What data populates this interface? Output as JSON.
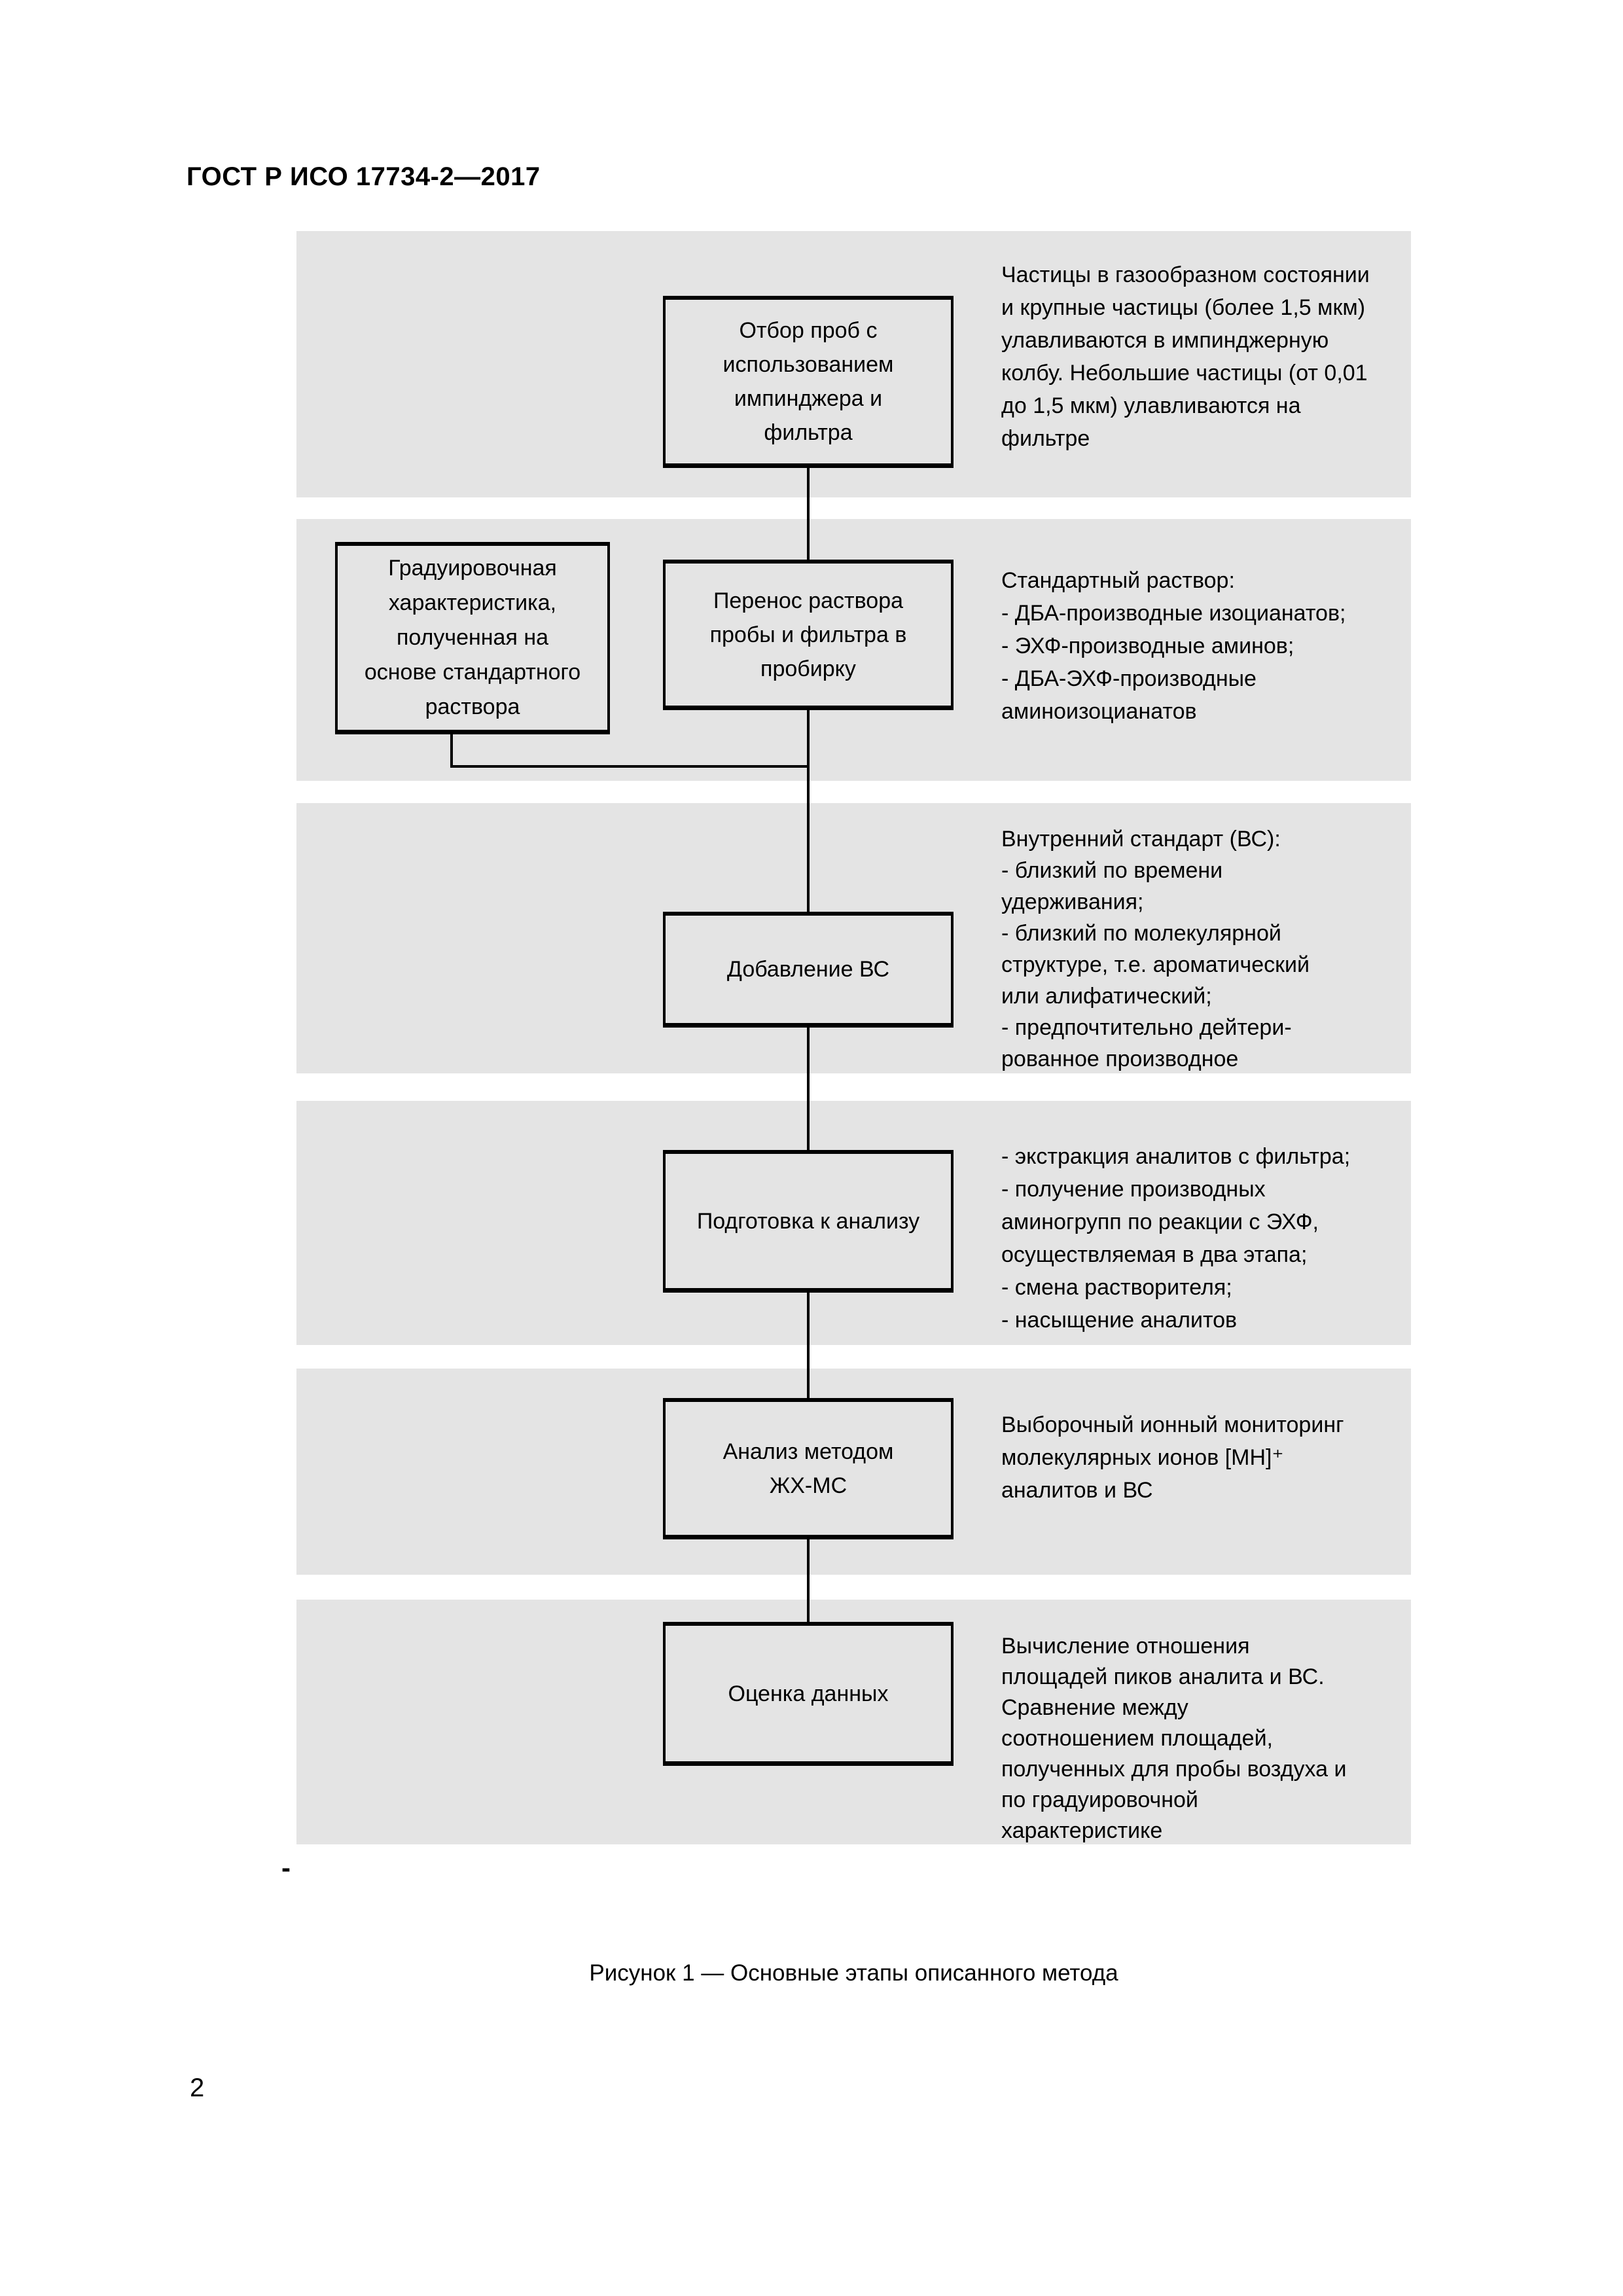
{
  "page": {
    "header": "ГОСТ Р ИСО 17734-2—2017",
    "caption": "Рисунок 1 — Основные этапы описанного метода",
    "page_number": "2",
    "stray_mark": "-"
  },
  "colors": {
    "band_background": "#e4e4e4",
    "line": "#000000",
    "page_background": "#ffffff"
  },
  "flowchart": {
    "steps": [
      {
        "id": "sampling",
        "box_label": "Отбор проб с\nиспользованием\nимпинджера и\nфильтра",
        "note": "Частицы в газообразном состоянии\nи крупные частицы (более 1,5 мкм)\nулавливаются в импинджерную\nколбу. Небольшие частицы (от 0,01\nдо 1,5 мкм) улавливаются на\nфильтре"
      },
      {
        "id": "transfer",
        "box_label": "Перенос раствора\nпробы и фильтра в\nпробирку",
        "side_box_label": "Градуировочная\nхарактеристика,\nполученная на\nоснове стандартного\nраствора",
        "note": "Стандартный раствор:\n- ДБА-производные изоцианатов;\n- ЭХФ-производные аминов;\n- ДБА-ЭХФ-производные\nаминоизоцианатов"
      },
      {
        "id": "add-internal-standard",
        "box_label": "Добавление ВС",
        "note": "Внутренний стандарт (ВС):\n- близкий по времени\nудерживания;\n- близкий по молекулярной\nструктуре, т.е. ароматический\nили алифатический;\n- предпочтительно дейтери-\nрованное производное"
      },
      {
        "id": "preparation",
        "box_label": "Подготовка к анализу",
        "note": "- экстракция аналитов с фильтра;\n- получение производных\nаминогрупп по реакции с ЭХФ,\nосуществляемая в два этапа;\n- смена растворителя;\n- насыщение аналитов"
      },
      {
        "id": "lc-ms-analysis",
        "box_label": "Анализ методом\nЖХ-МС",
        "note": "Выборочный ионный мониторинг\nмолекулярных ионов [MH]⁺\nаналитов и ВС"
      },
      {
        "id": "data-evaluation",
        "box_label": "Оценка данных",
        "note": "Вычисление отношения\nплощадей пиков аналита и ВС.\nСравнение между\nсоотношением площадей,\nполученных для пробы воздуха и\nпо градуировочной\nхарактеристике"
      }
    ]
  }
}
